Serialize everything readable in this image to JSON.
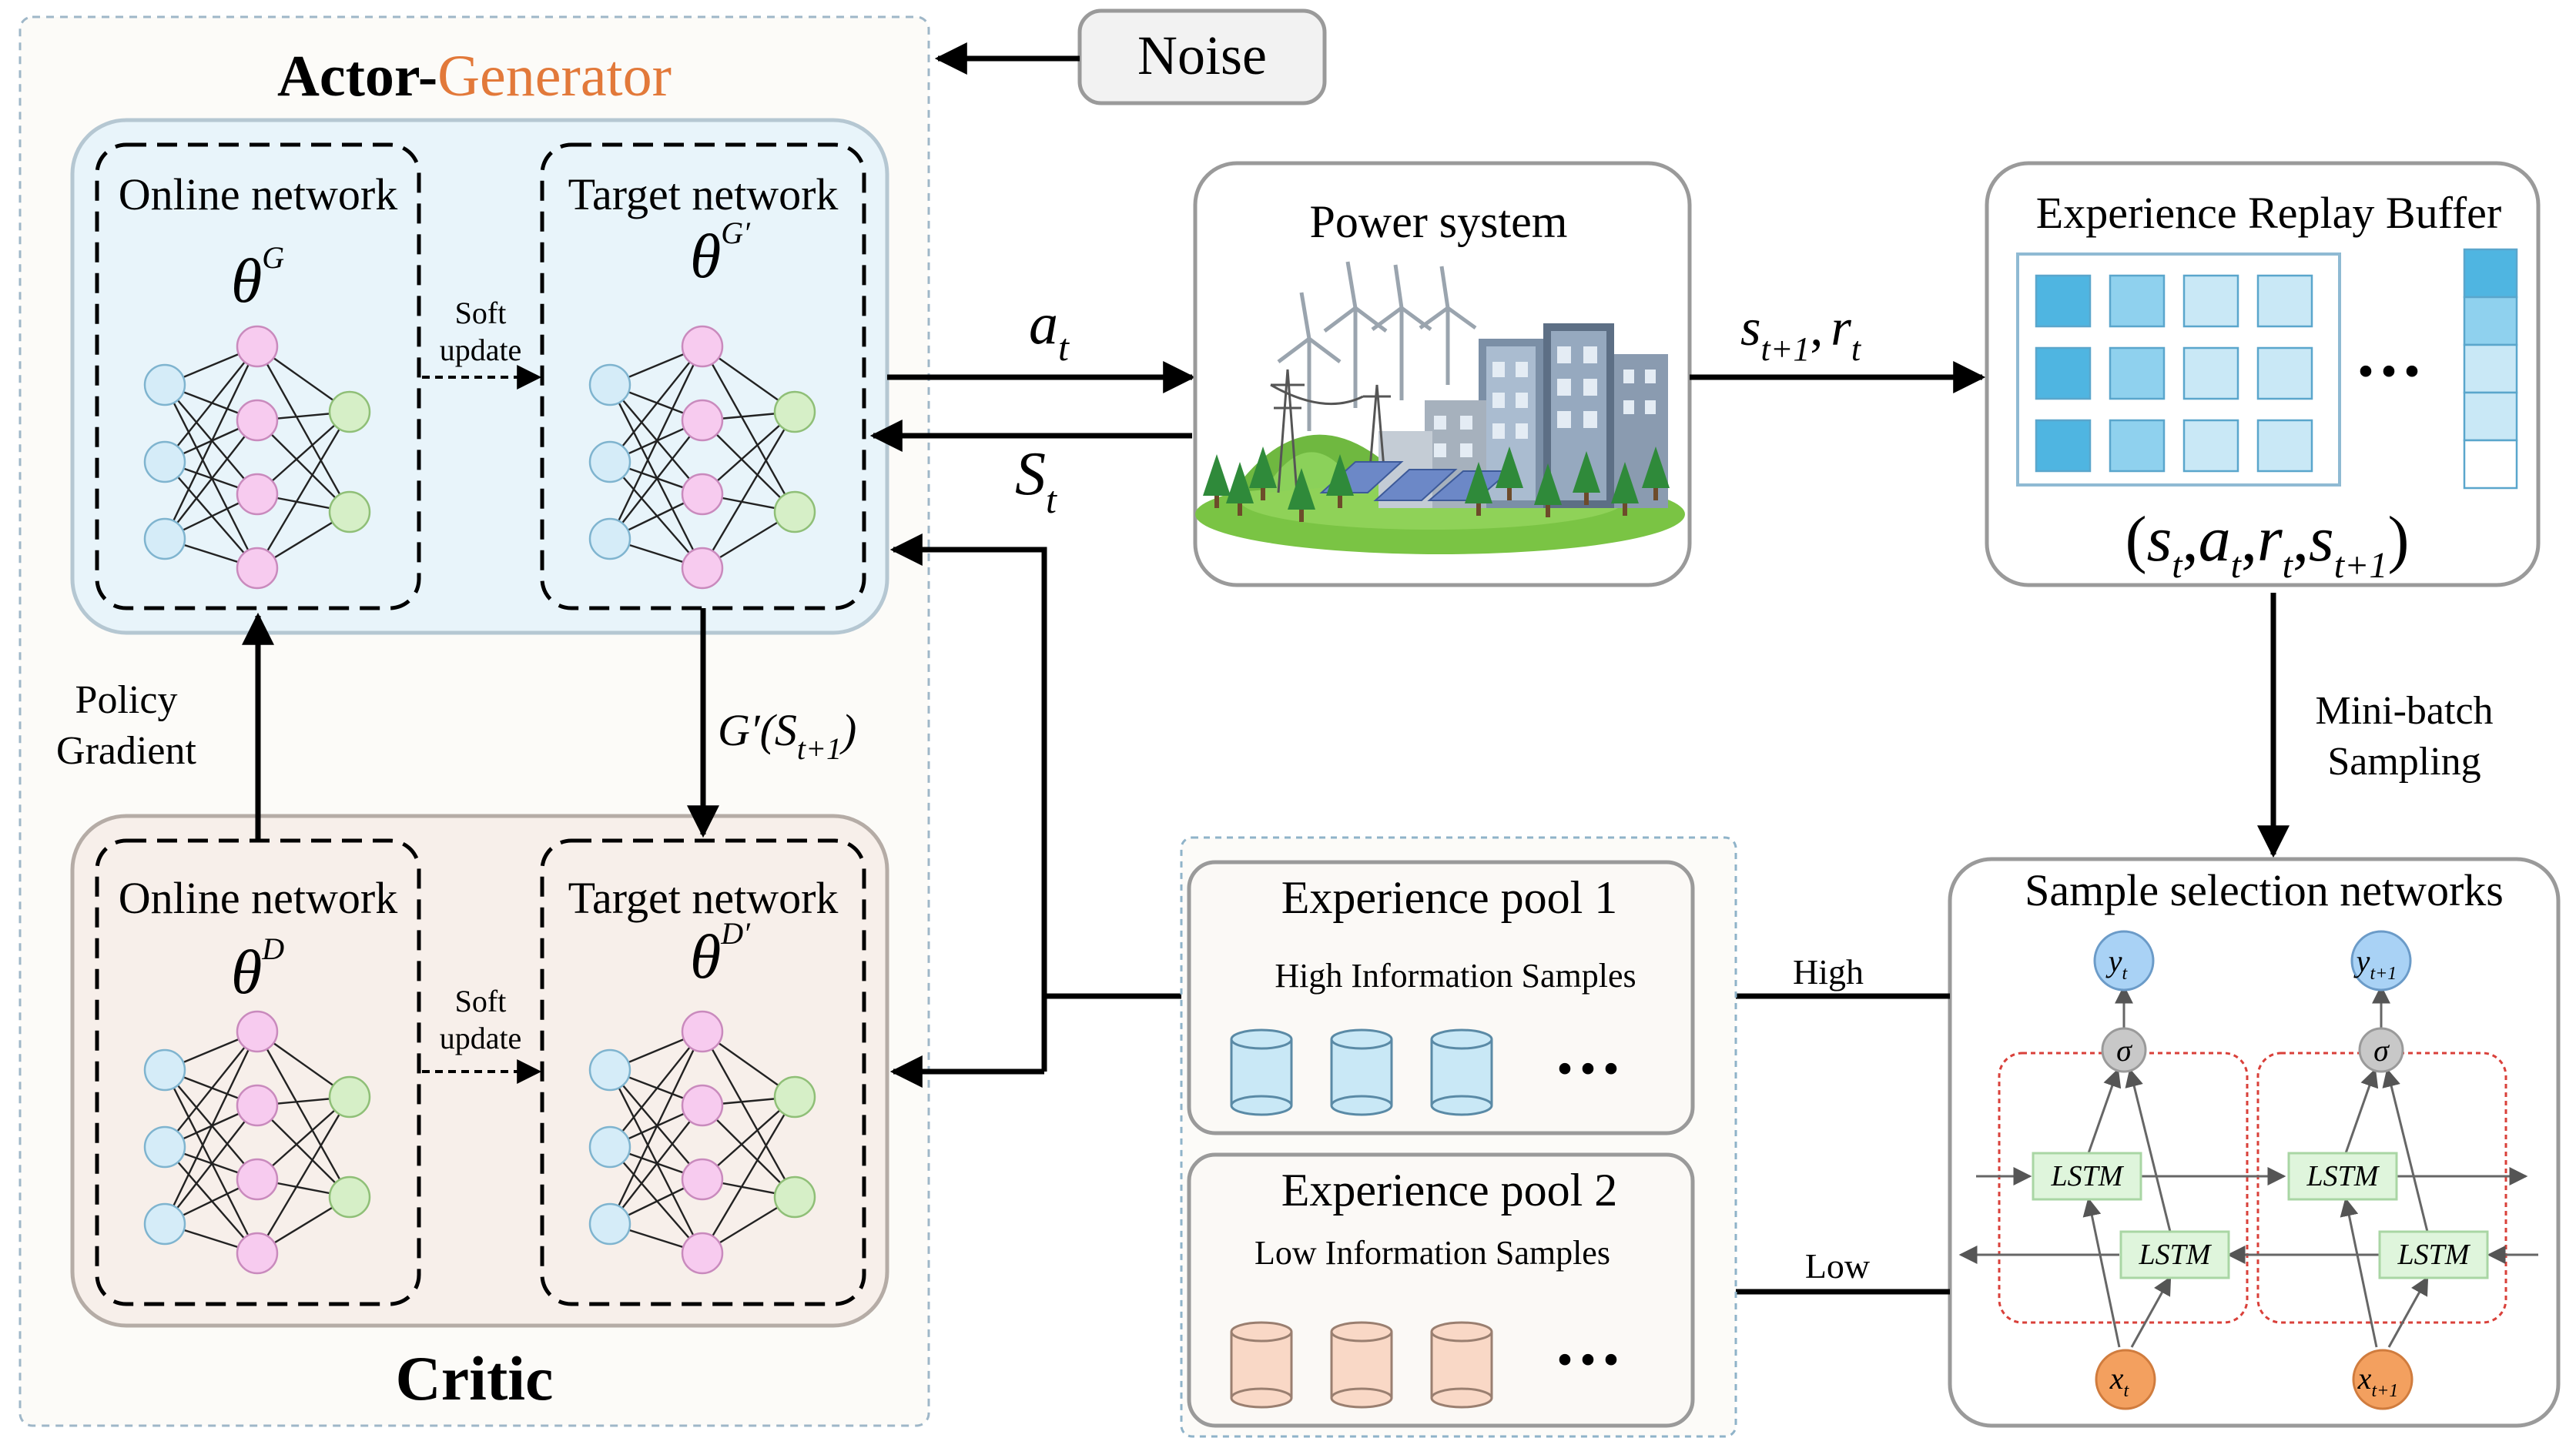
{
  "actor_generator": {
    "title_a": "Actor-",
    "title_b": "Generator",
    "online_network": "Online network",
    "target_network": "Target network",
    "theta_online": "θ",
    "theta_online_sup": "G",
    "theta_target": "θ",
    "theta_target_sup": "G′",
    "soft_update_line1": "Soft",
    "soft_update_line2": "update"
  },
  "critic": {
    "title": "Critic",
    "online_network": "Online network",
    "target_network": "Target network",
    "theta_online": "θ",
    "theta_online_sup": "D",
    "theta_target": "θ",
    "theta_target_sup": "D′",
    "soft_update_line1": "Soft",
    "soft_update_line2": "update"
  },
  "noise": "Noise",
  "policy_gradient_line1": "Policy",
  "policy_gradient_line2": "Gradient",
  "g_prime_label": {
    "prefix": "G′(",
    "s": "S",
    "sub": "t+1",
    "suffix": ")"
  },
  "action_label": {
    "main": "a",
    "sub": "t"
  },
  "state_label": {
    "main": "S",
    "sub": "t"
  },
  "next_state_reward": {
    "s": "s",
    "s_sub": "t+1",
    "comma": ",",
    "r": "r",
    "r_sub": "t"
  },
  "power_system": "Power system",
  "replay_buffer": {
    "title": "Experience Replay Buffer",
    "ellipsis": "···",
    "tuple": {
      "open": "(",
      "s1": "s",
      "s1_sub": "t",
      "a": "a",
      "a_sub": "t",
      "r": "r",
      "r_sub": "t",
      "s2": "s",
      "s2_sub": "t+1",
      "sep": ",",
      "close": ")"
    }
  },
  "mini_batch_line1": "Mini-batch",
  "mini_batch_line2": "Sampling",
  "sample_selection": {
    "title": "Sample selection networks",
    "y_t": "y",
    "y_t_sub": "t",
    "y_t1": "y",
    "y_t1_sub": "t+1",
    "sigma": "σ",
    "lstm": "LSTM",
    "x_t": "x",
    "x_t_sub": "t",
    "x_t1": "x",
    "x_t1_sub": "t+1"
  },
  "high_label": "High",
  "low_label": "Low",
  "pool1": {
    "title": "Experience pool 1",
    "subtitle": "High Information Samples",
    "ellipsis": "···"
  },
  "pool2": {
    "title": "Experience pool 2",
    "subtitle": "Low Information Samples",
    "ellipsis": "···"
  },
  "colors": {
    "actor_bg": "#e8f4fa",
    "critic_bg": "#f7efea",
    "input_node": "#d5ecf8",
    "hidden_node": "#f7cbef",
    "output_node": "#d6efc7",
    "orange": "#e2793a",
    "y_node": "#a9d2f5",
    "x_node": "#f3a05f",
    "lstm_fill": "#dff5dc",
    "sigma_fill": "#c8c8c8",
    "buffer_dark": "#4fb5e1",
    "buffer_mid": "#8fd1ee",
    "buffer_light": "#c9e8f6",
    "pool1_cyl": "#c9e8f6",
    "pool2_cyl": "#f9d8c6"
  }
}
